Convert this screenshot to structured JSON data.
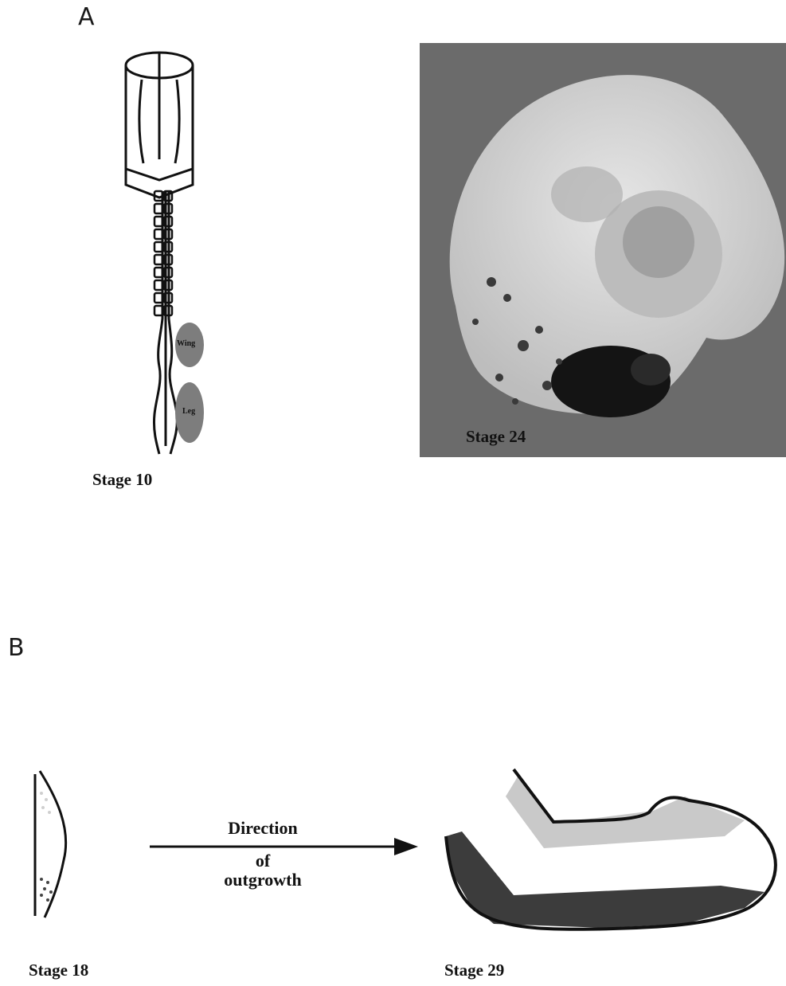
{
  "panel_a": {
    "letter": "A",
    "stage10": {
      "label": "Stage 10",
      "wing_label": "Wing",
      "leg_label": "Leg"
    },
    "stage24": {
      "label": "Stage 24"
    }
  },
  "panel_b": {
    "letter": "B",
    "arrow_label_line1": "Direction",
    "arrow_label_line2": "of",
    "arrow_label_line3": "outgrowth",
    "stage18_label": "Stage 18",
    "stage29_label": "Stage 29"
  },
  "colors": {
    "limb_bud_fill": "#7d7d7d",
    "photo_background": "#6b6b6b",
    "light_region": "#c9c9c9",
    "dark_region": "#3c3c3c"
  }
}
